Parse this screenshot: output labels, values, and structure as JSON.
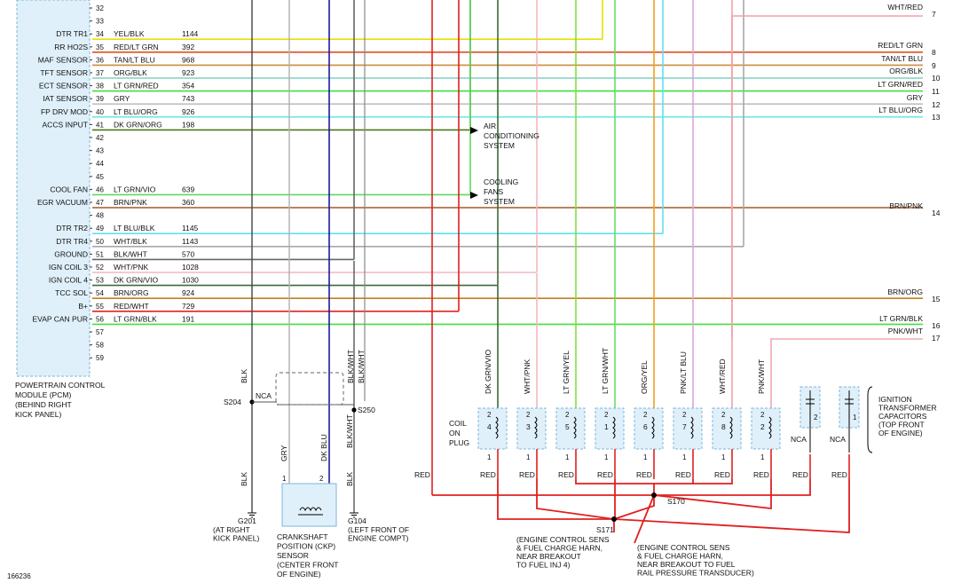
{
  "diagram_id": "166236",
  "pcm": {
    "label_lines": [
      "POWERTRAIN CONTROL",
      "MODULE (PCM)",
      "(BEHIND RIGHT",
      "KICK PANEL)"
    ],
    "pins": [
      {
        "pin": "32",
        "func": "",
        "wire": "",
        "circuit": "",
        "color": ""
      },
      {
        "pin": "33",
        "func": "",
        "wire": "",
        "circuit": "",
        "color": ""
      },
      {
        "pin": "34",
        "func": "DTR TR1",
        "wire": "YEL/BLK",
        "circuit": "1144",
        "color": "#e8e000"
      },
      {
        "pin": "35",
        "func": "RR HO2S",
        "wire": "RED/LT GRN",
        "circuit": "392",
        "color": "#e05020"
      },
      {
        "pin": "36",
        "func": "MAF SENSOR",
        "wire": "TAN/LT BLU",
        "circuit": "968",
        "color": "#d08a3a"
      },
      {
        "pin": "37",
        "func": "TFT SENSOR",
        "wire": "ORG/BLK",
        "circuit": "923",
        "color": "#80d0c0"
      },
      {
        "pin": "38",
        "func": "ECT SENSOR",
        "wire": "LT GRN/RED",
        "circuit": "354",
        "color": "#40e040"
      },
      {
        "pin": "39",
        "func": "IAT SENSOR",
        "wire": "GRY",
        "circuit": "743",
        "color": "#c0c0c0"
      },
      {
        "pin": "40",
        "func": "FP DRV MOD",
        "wire": "LT BLU/ORG",
        "circuit": "926",
        "color": "#70e8e8"
      },
      {
        "pin": "41",
        "func": "ACCS INPUT",
        "wire": "DK GRN/ORG",
        "circuit": "198",
        "color": "#4a7a1a"
      },
      {
        "pin": "42",
        "func": "",
        "wire": "",
        "circuit": "",
        "color": ""
      },
      {
        "pin": "43",
        "func": "",
        "wire": "",
        "circuit": "",
        "color": ""
      },
      {
        "pin": "44",
        "func": "",
        "wire": "",
        "circuit": "",
        "color": ""
      },
      {
        "pin": "45",
        "func": "",
        "wire": "",
        "circuit": "",
        "color": ""
      },
      {
        "pin": "46",
        "func": "COOL FAN",
        "wire": "LT GRN/VIO",
        "circuit": "639",
        "color": "#60d860"
      },
      {
        "pin": "47",
        "func": "EGR VACUUM",
        "wire": "BRN/PNK",
        "circuit": "360",
        "color": "#a05a2a"
      },
      {
        "pin": "48",
        "func": "",
        "wire": "",
        "circuit": "",
        "color": ""
      },
      {
        "pin": "49",
        "func": "DTR TR2",
        "wire": "LT BLU/BLK",
        "circuit": "1145",
        "color": "#60e0f0"
      },
      {
        "pin": "50",
        "func": "DTR TR4",
        "wire": "WHT/BLK",
        "circuit": "1143",
        "color": "#a8a8a8"
      },
      {
        "pin": "51",
        "func": "GROUND",
        "wire": "BLK/WHT",
        "circuit": "570",
        "color": "#666666"
      },
      {
        "pin": "52",
        "func": "IGN COIL 3",
        "wire": "WHT/PNK",
        "circuit": "1028",
        "color": "#f0b8c0"
      },
      {
        "pin": "53",
        "func": "IGN COIL 4",
        "wire": "DK GRN/VIO",
        "circuit": "1030",
        "color": "#3a6a3a"
      },
      {
        "pin": "54",
        "func": "TCC SOL",
        "wire": "BRN/ORG",
        "circuit": "924",
        "color": "#c08020"
      },
      {
        "pin": "55",
        "func": "B+",
        "wire": "RED/WHT",
        "circuit": "729",
        "color": "#e02020"
      },
      {
        "pin": "56",
        "func": "EVAP CAN PUR",
        "wire": "LT GRN/BLK",
        "circuit": "191",
        "color": "#40e040"
      },
      {
        "pin": "57",
        "func": "",
        "wire": "",
        "circuit": "",
        "color": ""
      },
      {
        "pin": "58",
        "func": "",
        "wire": "",
        "circuit": "",
        "color": ""
      },
      {
        "pin": "59",
        "func": "",
        "wire": "",
        "circuit": "",
        "color": ""
      }
    ]
  },
  "right_offpage": [
    {
      "wire": "WHT/RED",
      "ref": "7"
    },
    {
      "wire": "RED/LT GRN",
      "ref": "8"
    },
    {
      "wire": "TAN/LT BLU",
      "ref": "9"
    },
    {
      "wire": "ORG/BLK",
      "ref": "10"
    },
    {
      "wire": "LT GRN/RED",
      "ref": "11"
    },
    {
      "wire": "GRY",
      "ref": "12"
    },
    {
      "wire": "LT BLU/ORG",
      "ref": "13"
    },
    {
      "wire": "BRN/PNK",
      "ref": "14"
    },
    {
      "wire": "BRN/ORG",
      "ref": "15"
    },
    {
      "wire": "LT GRN/BLK",
      "ref": "16"
    },
    {
      "wire": "PNK/WHT",
      "ref": "17"
    }
  ],
  "ac_system": [
    "AIR",
    "CONDITIONING",
    "SYSTEM"
  ],
  "cooling_fans": [
    "COOLING",
    "FANS",
    "SYSTEM"
  ],
  "coil_on_plug": {
    "label": [
      "COIL",
      "ON",
      "PLUG"
    ],
    "coils": [
      {
        "wire": "DK GRN/VIO",
        "cyl": "4",
        "color": "#3a6a3a"
      },
      {
        "wire": "WHT/PNK",
        "cyl": "3",
        "color": "#f0b8c0"
      },
      {
        "wire": "LT GRN/YEL",
        "cyl": "5",
        "color": "#80e040"
      },
      {
        "wire": "LT GRN/WHT",
        "cyl": "1",
        "color": "#60e060"
      },
      {
        "wire": "ORG/YEL",
        "cyl": "6",
        "color": "#f0a020"
      },
      {
        "wire": "PNK/LT BLU",
        "cyl": "7",
        "color": "#d8a8d8"
      },
      {
        "wire": "WHT/RED",
        "cyl": "8",
        "color": "#f4a0a8"
      },
      {
        "wire": "PNK/WHT",
        "cyl": "2",
        "color": "#f0a8b0"
      }
    ],
    "pin_top": "2",
    "pin_bottom": "1",
    "red_label": "RED"
  },
  "capacitors": {
    "label": [
      "IGNITION",
      "TRANSFORMER",
      "CAPACITORS",
      "(TOP FRONT",
      "OF ENGINE)"
    ],
    "items": [
      {
        "pin": "2",
        "nca": "NCA"
      },
      {
        "pin": "1",
        "nca": "NCA"
      }
    ]
  },
  "splices": {
    "s170": "S170",
    "s171": "S171",
    "s171_desc": [
      "(ENGINE CONTROL SENS",
      "& FUEL CHARGE HARN,",
      "NEAR BREAKOUT",
      "TO FUEL INJ 4)"
    ],
    "s170_desc": [
      "(ENGINE CONTROL SENS",
      "& FUEL CHARGE HARN,",
      "NEAR BREAKOUT TO FUEL",
      "RAIL PRESSURE TRANSDUCER)"
    ],
    "s204": "S204",
    "s250": "S250",
    "nca": "NCA",
    "red_left": "RED"
  },
  "ckp": {
    "label": [
      "CRANKSHAFT",
      "POSITION (CKP)",
      "SENSOR",
      "(CENTER FRONT",
      "OF ENGINE)"
    ],
    "wire_gry": "GRY",
    "wire_dkblu": "DK BLU",
    "pin1": "1",
    "pin2": "2"
  },
  "grounds": {
    "g201": "G201",
    "g201_desc": [
      "(AT RIGHT",
      "KICK PANEL)"
    ],
    "g104": "G104",
    "g104_desc": [
      "(LEFT FRONT OF",
      "ENGINE COMPT)"
    ]
  },
  "vertical_wire_labels": {
    "blk": "BLK",
    "blk_wht": "BLK/WHT"
  }
}
